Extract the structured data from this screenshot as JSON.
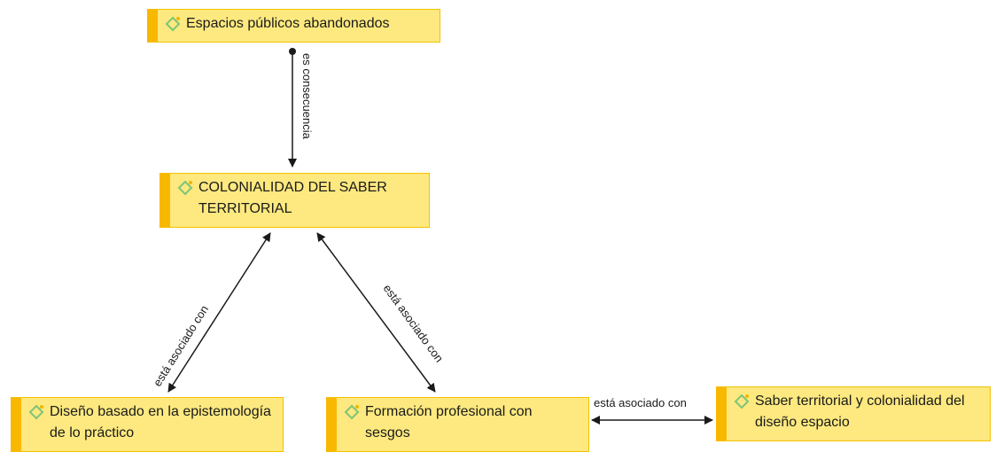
{
  "nodes": {
    "espacios": {
      "label": "Espacios públicos abandonados",
      "icon": "code-diamond-icon"
    },
    "colonialidad": {
      "label": "COLONIALIDAD DEL SABER TERRITORIAL",
      "icon": "code-diamond-icon"
    },
    "diseno": {
      "label": "Diseño basado en la epistemología de lo práctico",
      "icon": "code-diamond-icon"
    },
    "formacion": {
      "label": "Formación profesional con sesgos",
      "icon": "code-diamond-icon"
    },
    "saber": {
      "label": "Saber territorial y colonialidad del diseño espacio",
      "icon": "code-diamond-icon"
    }
  },
  "edges": {
    "consecuencia": {
      "label": "es consecuencia",
      "from": "espacios",
      "to": "colonialidad"
    },
    "asociado_diseno": {
      "label": "está asociado con",
      "from": "diseno",
      "to": "colonialidad"
    },
    "asociado_formacion": {
      "label": "está asociado con",
      "from": "formacion",
      "to": "colonialidad"
    },
    "asociado_saber": {
      "label": "está asociado con",
      "from": "formacion",
      "to": "saber"
    }
  },
  "colors": {
    "node_fill": "#fde97f",
    "node_accent": "#f9b800",
    "icon_diamond": "#7cc47a",
    "icon_dot": "#f6b400",
    "line": "#1a1a1a"
  }
}
